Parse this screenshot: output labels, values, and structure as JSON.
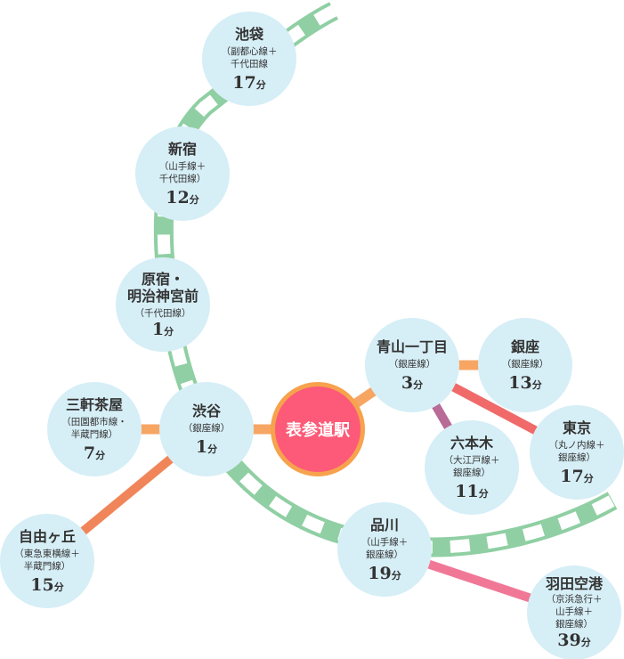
{
  "origin": {
    "name": "表参道駅"
  },
  "colors": {
    "yamanote": "#8fcfa3",
    "ginza": "#f7a563",
    "toyoko": "#f08559",
    "marunouchi": "#f06a6a",
    "oedo": "#b86b96",
    "keikyu": "#f07896",
    "circle": "#d6eef6",
    "origin": "#fc5a78"
  },
  "stations": [
    {
      "name": "池袋",
      "lines": "（副都心線＋\n千代田線",
      "time": "17",
      "unit": "分"
    },
    {
      "name": "新宿",
      "lines": "（山手線＋\n千代田線）",
      "time": "12",
      "unit": "分"
    },
    {
      "name": "原宿・\n明治神宮前",
      "lines": "（千代田線）",
      "time": "1",
      "unit": "分"
    },
    {
      "name": "渋谷",
      "lines": "（銀座線）",
      "time": "1",
      "unit": "分"
    },
    {
      "name": "三軒茶屋",
      "lines": "（田園都市線・\n半蔵門線）",
      "time": "7",
      "unit": "分"
    },
    {
      "name": "自由ヶ丘",
      "lines": "（東急東横線＋\n半蔵門線）",
      "time": "15",
      "unit": "分"
    },
    {
      "name": "青山一丁目",
      "lines": "（銀座線）",
      "time": "3",
      "unit": "分"
    },
    {
      "name": "銀座",
      "lines": "（銀座線）",
      "time": "13",
      "unit": "分"
    },
    {
      "name": "東京",
      "lines": "（丸ノ内線＋\n銀座線）",
      "time": "17",
      "unit": "分"
    },
    {
      "name": "六本木",
      "lines": "（大江戸線＋\n銀座線）",
      "time": "11",
      "unit": "分"
    },
    {
      "name": "品川",
      "lines": "（山手線＋\n銀座線）",
      "time": "19",
      "unit": "分"
    },
    {
      "name": "羽田空港",
      "lines": "（京浜急行＋\n山手線＋\n銀座線）",
      "time": "39",
      "unit": "分"
    }
  ]
}
